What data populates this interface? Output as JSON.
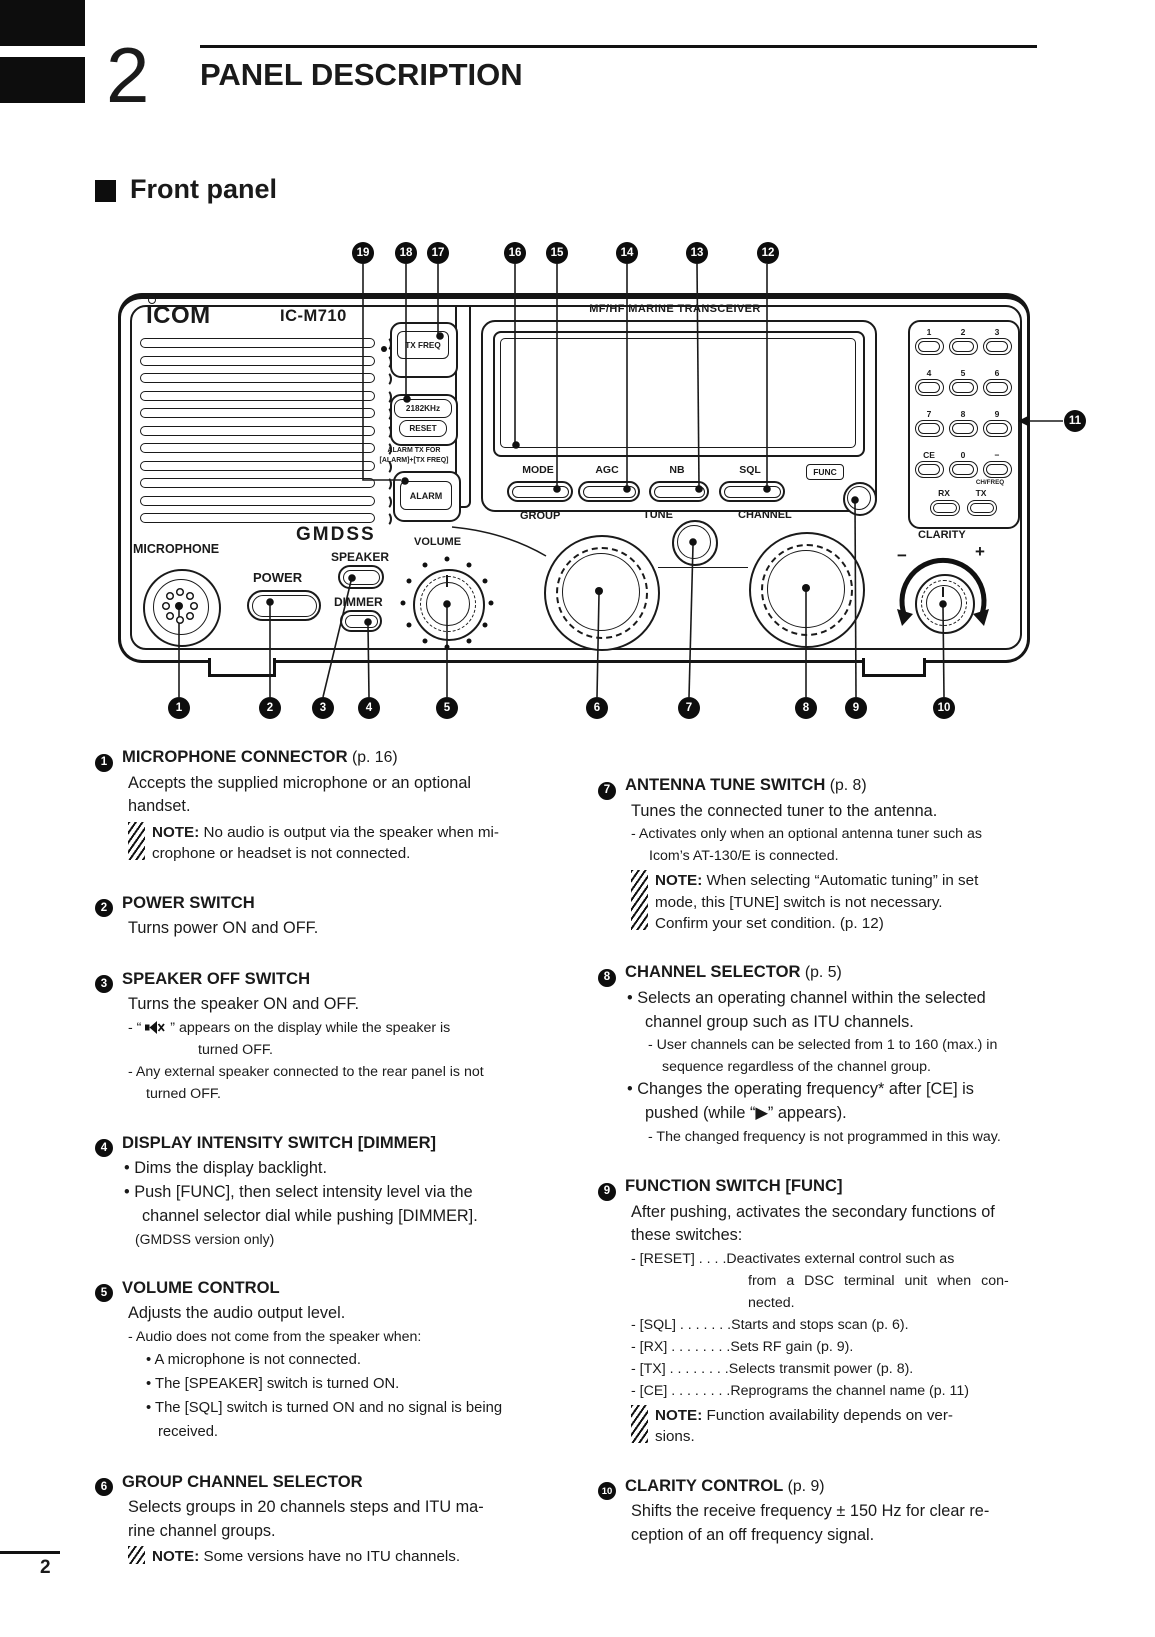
{
  "page": {
    "chapter_number": "2",
    "title": "PANEL DESCRIPTION",
    "section_title": "Front panel",
    "page_number": "2"
  },
  "diagram": {
    "brand": "ICOM",
    "model": "IC-M710",
    "panel_title": "MF/HF MARINE TRANSCEIVER",
    "labels": {
      "tx_freq": "TX FREQ",
      "khz_2182": "2182KHz",
      "reset": "RESET",
      "alarm_tx_line1": "ALARM TX FOR",
      "alarm_tx_line2": "[ALARM]+[TX FREQ]",
      "alarm": "ALARM",
      "gmdss": "GMDSS",
      "microphone": "MICROPHONE",
      "power": "POWER",
      "speaker": "SPEAKER",
      "dimmer": "DIMMER",
      "volume": "VOLUME",
      "group": "GROUP",
      "tune": "TUNE",
      "channel": "CHANNEL",
      "func": "FUNC",
      "clarity": "CLARITY",
      "mode": "MODE",
      "agc": "AGC",
      "nb": "NB",
      "sql": "SQL",
      "minus": "−",
      "plus": "+"
    },
    "keypad": {
      "keys": [
        "1",
        "2",
        "3",
        "4",
        "5",
        "6",
        "7",
        "8",
        "9",
        "CE",
        "0",
        "−"
      ],
      "ch_freq": "CH/FREQ",
      "rx": "RX",
      "tx": "TX"
    },
    "callouts": {
      "c1": "1",
      "c2": "2",
      "c3": "3",
      "c4": "4",
      "c5": "5",
      "c6": "6",
      "c7": "7",
      "c8": "8",
      "c9": "9",
      "c10": "10",
      "c11": "11",
      "c12": "12",
      "c13": "13",
      "c14": "14",
      "c15": "15",
      "c16": "16",
      "c17": "17",
      "c18": "18",
      "c19": "19"
    }
  },
  "columns": {
    "left": [
      {
        "cls": "h mt0",
        "segs": [
          {
            "n": "1"
          },
          {
            "b": "MICROPHONE CONNECTOR"
          },
          {
            "s": " (p. 16)"
          }
        ]
      },
      {
        "cls": "b",
        "segs": [
          {
            "s": "Accepts the supplied microphone or an optional"
          }
        ]
      },
      {
        "cls": "b",
        "segs": [
          {
            "s": "handset."
          }
        ]
      },
      {
        "cls": "note",
        "lines": [
          [
            {
              "b": "NOTE:"
            },
            {
              "s": " No audio is output via the speaker when mi-"
            }
          ],
          [
            {
              "s": "crophone or headset is not connected."
            }
          ]
        ]
      },
      {
        "cls": "h",
        "segs": [
          {
            "n": "2"
          },
          {
            "b": "POWER SWITCH"
          }
        ]
      },
      {
        "cls": "b",
        "segs": [
          {
            "s": "Turns power ON and OFF."
          }
        ]
      },
      {
        "cls": "h",
        "segs": [
          {
            "n": "3"
          },
          {
            "b": "SPEAKER OFF SWITCH"
          }
        ]
      },
      {
        "cls": "b",
        "segs": [
          {
            "s": "Turns the speaker ON and OFF."
          }
        ]
      },
      {
        "cls": "d",
        "segs": [
          {
            "s": "- “ "
          },
          {
            "i": "speaker-off-icon"
          },
          {
            "s": " ” appears on the display while the speaker is"
          }
        ]
      },
      {
        "cls": "d d2deep",
        "segs": [
          {
            "s": "turned OFF."
          }
        ]
      },
      {
        "cls": "d",
        "segs": [
          {
            "s": "- Any external speaker connected to the rear panel is not"
          }
        ]
      },
      {
        "cls": "d2",
        "segs": [
          {
            "s": "turned OFF."
          }
        ]
      },
      {
        "cls": "h",
        "segs": [
          {
            "n": "4"
          },
          {
            "b": "DISPLAY INTENSITY SWITCH [DIMMER]"
          }
        ]
      },
      {
        "cls": "bu",
        "segs": [
          {
            "s": "• Dims the display backlight."
          }
        ]
      },
      {
        "cls": "bu",
        "segs": [
          {
            "s": "• Push [FUNC], then select intensity level via the"
          }
        ]
      },
      {
        "cls": "bu2",
        "segs": [
          {
            "s": "channel selector dial while pushing [DIMMER]."
          }
        ]
      },
      {
        "cls": "small",
        "segs": [
          {
            "s": "(GMDSS version only)"
          }
        ]
      },
      {
        "cls": "h",
        "segs": [
          {
            "n": "5"
          },
          {
            "b": "VOLUME CONTROL"
          }
        ]
      },
      {
        "cls": "b",
        "segs": [
          {
            "s": "Adjusts the audio output level."
          }
        ]
      },
      {
        "cls": "d",
        "segs": [
          {
            "s": "- Audio does not come from the speaker when:"
          }
        ]
      },
      {
        "cls": "sb",
        "segs": [
          {
            "s": "• A microphone is not connected."
          }
        ]
      },
      {
        "cls": "sb",
        "segs": [
          {
            "s": "• The [SPEAKER] switch is turned ON."
          }
        ]
      },
      {
        "cls": "sb",
        "segs": [
          {
            "s": "• The [SQL] switch is turned ON and no signal is being"
          }
        ]
      },
      {
        "cls": "sb sb2",
        "segs": [
          {
            "s": "received."
          }
        ]
      },
      {
        "cls": "h",
        "segs": [
          {
            "n": "6"
          },
          {
            "b": "GROUP CHANNEL SELECTOR"
          }
        ]
      },
      {
        "cls": "b",
        "segs": [
          {
            "s": "Selects groups in 20 channels steps and ITU ma-"
          }
        ]
      },
      {
        "cls": "b",
        "segs": [
          {
            "s": "rine channel groups."
          }
        ]
      },
      {
        "cls": "note",
        "lines": [
          [
            {
              "b": "NOTE:"
            },
            {
              "s": " Some versions have no ITU channels."
            }
          ]
        ]
      }
    ],
    "right": [
      {
        "cls": "h mt30",
        "segs": [
          {
            "n": "7"
          },
          {
            "b": "ANTENNA TUNE SWITCH"
          },
          {
            "s": " (p. 8)"
          }
        ]
      },
      {
        "cls": "b",
        "segs": [
          {
            "s": "Tunes the connected tuner to the antenna."
          }
        ]
      },
      {
        "cls": "d",
        "segs": [
          {
            "s": "- Activates only when an optional antenna tuner such as"
          }
        ]
      },
      {
        "cls": "d2",
        "segs": [
          {
            "s": "Icom’s AT-130/E is connected."
          }
        ]
      },
      {
        "cls": "note",
        "lines": [
          [
            {
              "b": "NOTE:"
            },
            {
              "s": " When selecting “Automatic tuning” in set"
            }
          ],
          [
            {
              "s": "mode, this [TUNE] switch is not necessary."
            }
          ],
          [
            {
              "s": "Confirm your set condition. (p. 12)"
            }
          ]
        ]
      },
      {
        "cls": "h",
        "segs": [
          {
            "n": "8"
          },
          {
            "b": "CHANNEL SELECTOR"
          },
          {
            "s": " (p. 5)"
          }
        ]
      },
      {
        "cls": "bu",
        "segs": [
          {
            "s": "• Selects an operating channel within the selected"
          }
        ]
      },
      {
        "cls": "bu2",
        "segs": [
          {
            "s": "channel group such as ITU channels."
          }
        ]
      },
      {
        "cls": "d d-in",
        "segs": [
          {
            "s": "- User channels can be selected from 1 to 160 (max.) in"
          }
        ]
      },
      {
        "cls": "d2 d-in2",
        "segs": [
          {
            "s": "sequence regardless of the channel group."
          }
        ]
      },
      {
        "cls": "bu",
        "segs": [
          {
            "s": "• Changes the operating frequency* after [CE] is"
          }
        ]
      },
      {
        "cls": "bu2",
        "segs": [
          {
            "s": "pushed (while “▶” appears)."
          }
        ]
      },
      {
        "cls": "d d-in",
        "segs": [
          {
            "s": "- The changed frequency is not programmed in this way."
          }
        ]
      },
      {
        "cls": "h",
        "segs": [
          {
            "n": "9"
          },
          {
            "b": "FUNCTION SWITCH [FUNC]"
          }
        ]
      },
      {
        "cls": "b",
        "segs": [
          {
            "s": "After pushing, activates the secondary functions of"
          }
        ]
      },
      {
        "cls": "b",
        "segs": [
          {
            "s": "these switches:"
          }
        ]
      },
      {
        "cls": "d",
        "segs": [
          {
            "s": "- [RESET]  . . . .Deactivates external control such as"
          }
        ]
      },
      {
        "cls": "dcont",
        "segs": [
          {
            "s": "from a DSC terminal unit when con-"
          }
        ]
      },
      {
        "cls": "dcont",
        "segs": [
          {
            "s": "nected."
          }
        ]
      },
      {
        "cls": "d",
        "segs": [
          {
            "s": "- [SQL] . . . . . . .Starts and stops scan (p. 6)."
          }
        ]
      },
      {
        "cls": "d",
        "segs": [
          {
            "s": "- [RX] . . . . . . . .Sets RF gain (p. 9)."
          }
        ]
      },
      {
        "cls": "d",
        "segs": [
          {
            "s": "- [TX]  . . . . . . . .Selects transmit power (p. 8)."
          }
        ]
      },
      {
        "cls": "d",
        "segs": [
          {
            "s": "- [CE] . . . . . . . .Reprograms the channel name (p. 11)"
          }
        ]
      },
      {
        "cls": "note",
        "lines": [
          [
            {
              "b": "NOTE:"
            },
            {
              "s": " Function availability depends on ver-"
            }
          ],
          [
            {
              "s": "sions."
            }
          ]
        ]
      },
      {
        "cls": "h",
        "segs": [
          {
            "n": "10"
          },
          {
            "b": "CLARITY CONTROL"
          },
          {
            "s": " (p. 9)"
          }
        ]
      },
      {
        "cls": "b",
        "segs": [
          {
            "s": "Shifts the receive frequency ± 150 Hz for clear re-"
          }
        ]
      },
      {
        "cls": "b",
        "segs": [
          {
            "s": "ception of an off frequency signal."
          }
        ]
      }
    ]
  }
}
